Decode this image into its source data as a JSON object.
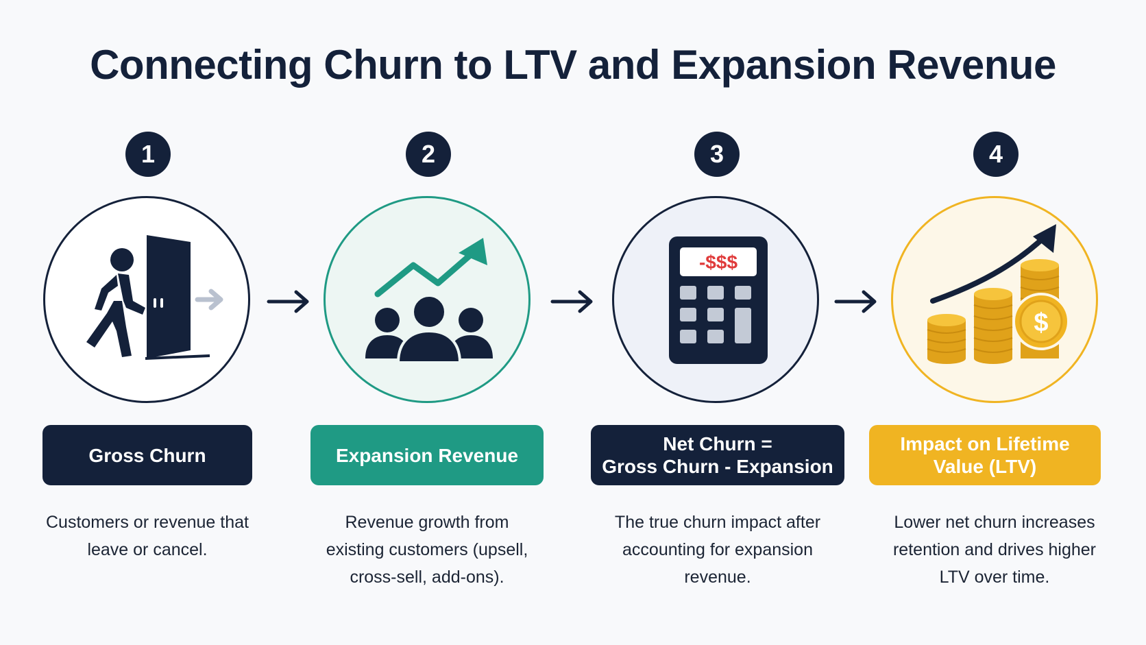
{
  "title": "Connecting Churn to LTV and Expansion Revenue",
  "colors": {
    "navy": "#14213a",
    "teal": "#1f9a84",
    "gold": "#f0b422",
    "red": "#e03b3b"
  },
  "steps": [
    {
      "number": "1",
      "icon": "person-leaving-door-icon",
      "label": "Gross Churn",
      "description": "Customers or revenue that leave or cancel."
    },
    {
      "number": "2",
      "icon": "group-growth-trend-icon",
      "label": "Expansion Revenue",
      "description": "Revenue growth from existing customers (upsell, cross-sell, add-ons)."
    },
    {
      "number": "3",
      "icon": "calculator-icon",
      "calculator_display": "-$$$",
      "label_line1": "Net Churn =",
      "label_line2": "Gross Churn - Expansion",
      "description": "The true churn impact after accounting for expansion revenue."
    },
    {
      "number": "4",
      "icon": "coin-stacks-growth-icon",
      "coin_symbol": "$",
      "label_line1": "Impact on Lifetime",
      "label_line2": "Value (LTV)",
      "description": "Lower net churn increases retention and drives higher LTV over time."
    }
  ]
}
